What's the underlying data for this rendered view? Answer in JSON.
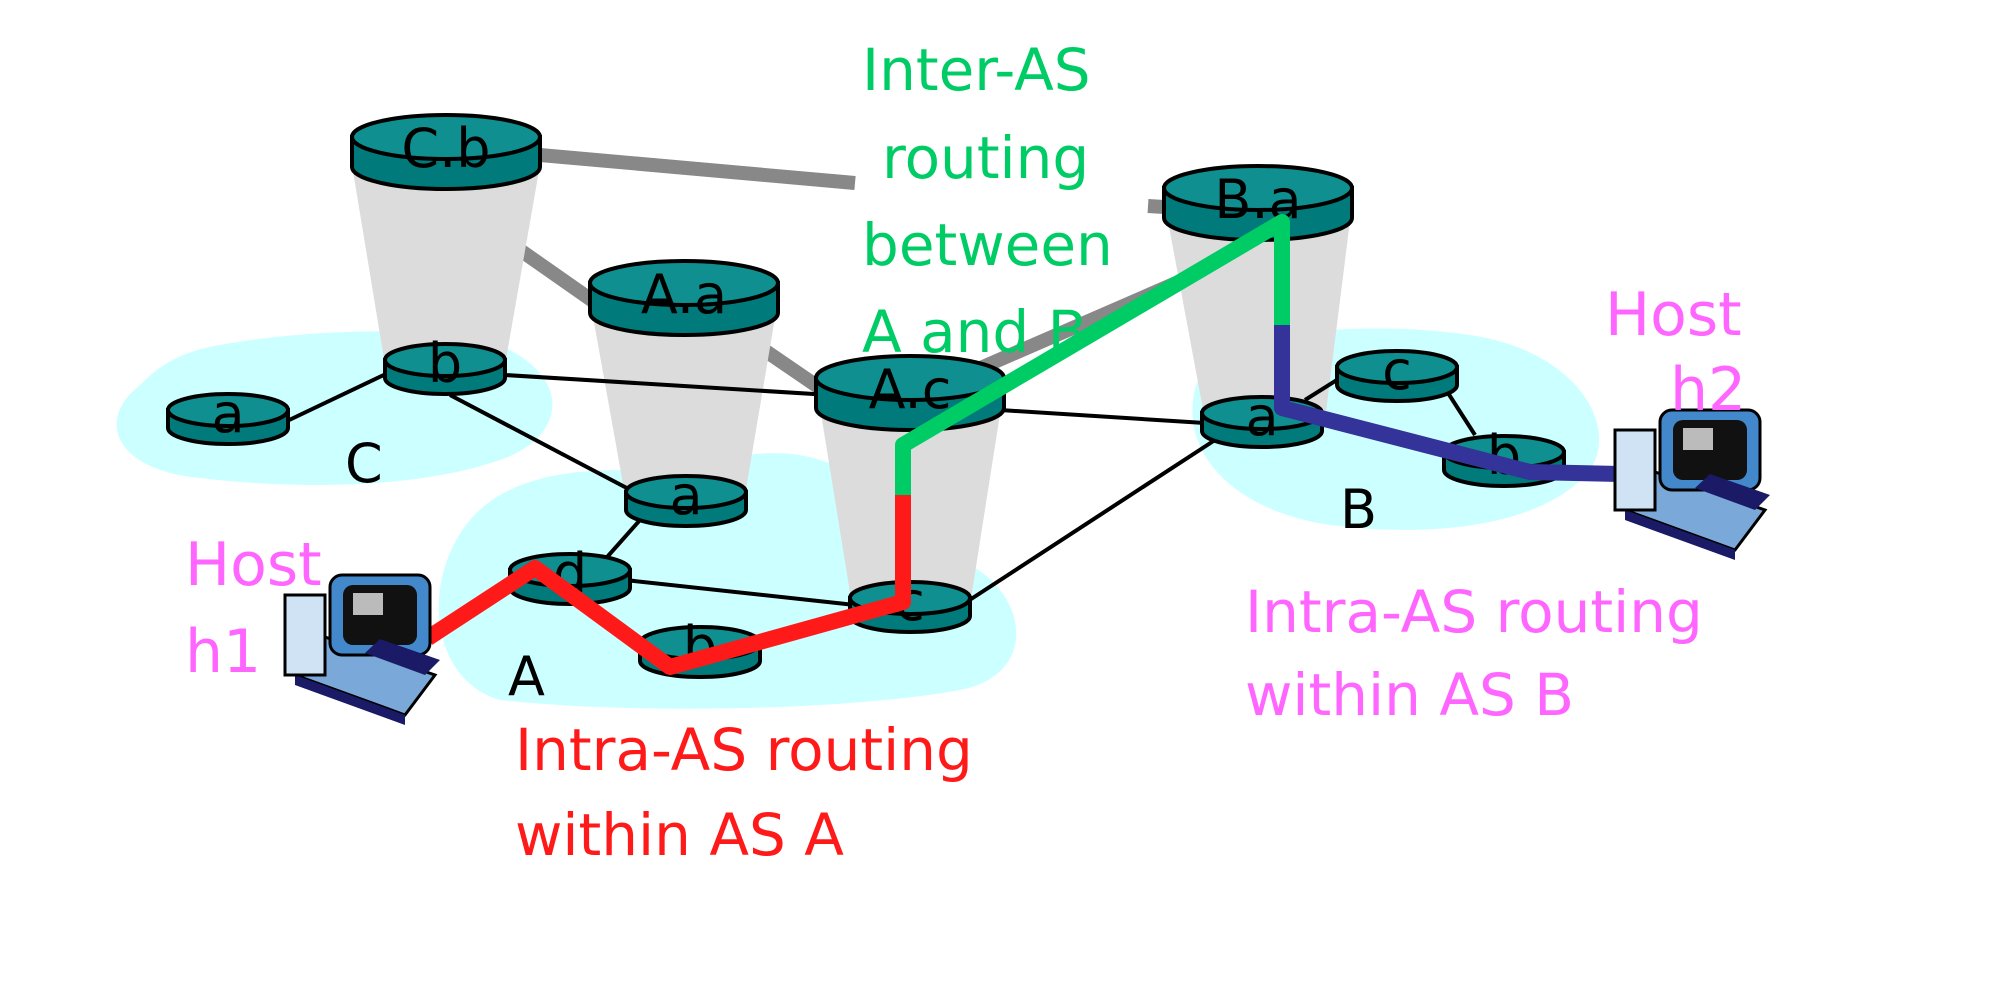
{
  "colors": {
    "intra_a": "#ff1a1a",
    "intra_b": "#333399",
    "inter": "#00cc66",
    "host": "#ff66ff",
    "as_cloud": "#ccffff",
    "router_top": "#0f8f8f",
    "router_side": "#007a7a",
    "funnel": "#dcdcdc",
    "inter_as_link": "#888888",
    "link": "#000000"
  },
  "captions": {
    "inter_as": [
      "Inter-AS",
      "routing",
      "between",
      "A and B"
    ],
    "intra_a": [
      "Intra-AS routing",
      "within AS A"
    ],
    "intra_b": [
      "Intra-AS routing",
      "within AS B"
    ]
  },
  "hosts": {
    "h1": [
      "Host",
      "h1"
    ],
    "h2": [
      "Host",
      "h2"
    ]
  },
  "as_labels": {
    "a": "A",
    "b": "B",
    "c": "C"
  },
  "routers": {
    "cb": "C.b",
    "aa": "A.a",
    "ac": "A.c",
    "ba": "B.a",
    "c_a": "a",
    "c_b": "b",
    "a_a": "a",
    "a_d": "d",
    "a_b": "b",
    "a_c": "c",
    "b_a": "a",
    "b_c": "c",
    "b_b": "b"
  },
  "icons": {
    "computer": "desktop-computer-icon"
  }
}
